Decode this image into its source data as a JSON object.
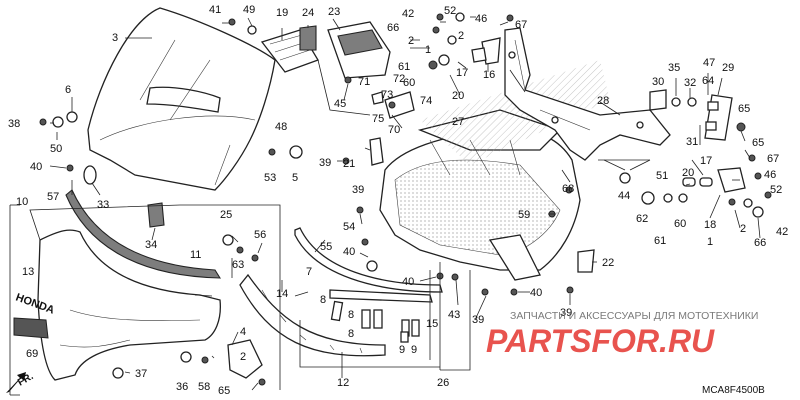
{
  "diagram_code": "MCA8F4500B",
  "front_marker": "FR.",
  "brand_decal": "HONDA",
  "watermark": {
    "caption": "ЗАПЧАСТИ И АКСЕССУАРЫ ДЛЯ МОТОТЕХНИКИ",
    "logo_left": "PARTS",
    "logo_mid": "FOR",
    "logo_right": ".RU"
  },
  "callouts": [
    "1",
    "2",
    "3",
    "4",
    "5",
    "6",
    "7",
    "8",
    "9",
    "10",
    "11",
    "12",
    "13",
    "14",
    "15",
    "16",
    "17",
    "18",
    "19",
    "20",
    "21",
    "22",
    "23",
    "24",
    "25",
    "26",
    "27",
    "28",
    "29",
    "30",
    "31",
    "32",
    "33",
    "34",
    "35",
    "36",
    "37",
    "38",
    "39",
    "40",
    "41",
    "42",
    "43",
    "44",
    "45",
    "46",
    "47",
    "48",
    "49",
    "50",
    "51",
    "52",
    "53",
    "54",
    "55",
    "56",
    "57",
    "58",
    "59",
    "60",
    "61",
    "62",
    "63",
    "64",
    "65",
    "66",
    "67",
    "68",
    "69",
    "70",
    "71",
    "72",
    "73",
    "74",
    "75"
  ]
}
